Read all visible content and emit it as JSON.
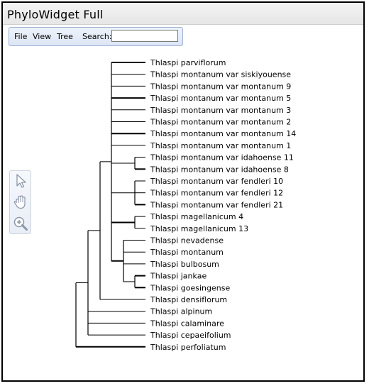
{
  "window": {
    "title": "PhyloWidget Full"
  },
  "menu": {
    "items": [
      "File",
      "View",
      "Tree"
    ],
    "search_label": "Search:",
    "search_value": "",
    "search_placeholder": ""
  },
  "toolbox": {
    "tools": [
      {
        "name": "arrow-tool",
        "icon": "arrow-pointer-icon"
      },
      {
        "name": "hand-tool",
        "icon": "hand-icon"
      },
      {
        "name": "zoom-tool",
        "icon": "zoom-in-icon"
      }
    ]
  },
  "tree": {
    "leaves": [
      "Thlaspi parviflorum",
      "Thlaspi montanum var siskiyouense",
      "Thlaspi montanum var montanum 9",
      "Thlaspi montanum var montanum 5",
      "Thlaspi montanum var montanum 3",
      "Thlaspi montanum var montanum 2",
      "Thlaspi montanum var montanum 14",
      "Thlaspi montanum var montanum 1",
      "Thlaspi montanum var idahoense 11",
      "Thlaspi montanum var idahoense 8",
      "Thlaspi montanum var fendleri 10",
      "Thlaspi montanum var fendleri 12",
      "Thlaspi montanum var fendleri 21",
      "Thlaspi magellanicum 4",
      "Thlaspi magellanicum 13",
      "Thlaspi nevadense",
      "Thlaspi montanum",
      "Thlaspi bulbosum",
      "Thlaspi jankae",
      "Thlaspi goesingense",
      "Thlaspi densiflorum",
      "Thlaspi alpinum",
      "Thlaspi calaminare",
      "Thlaspi cepaeifolium",
      "Thlaspi perfoliatum"
    ]
  }
}
